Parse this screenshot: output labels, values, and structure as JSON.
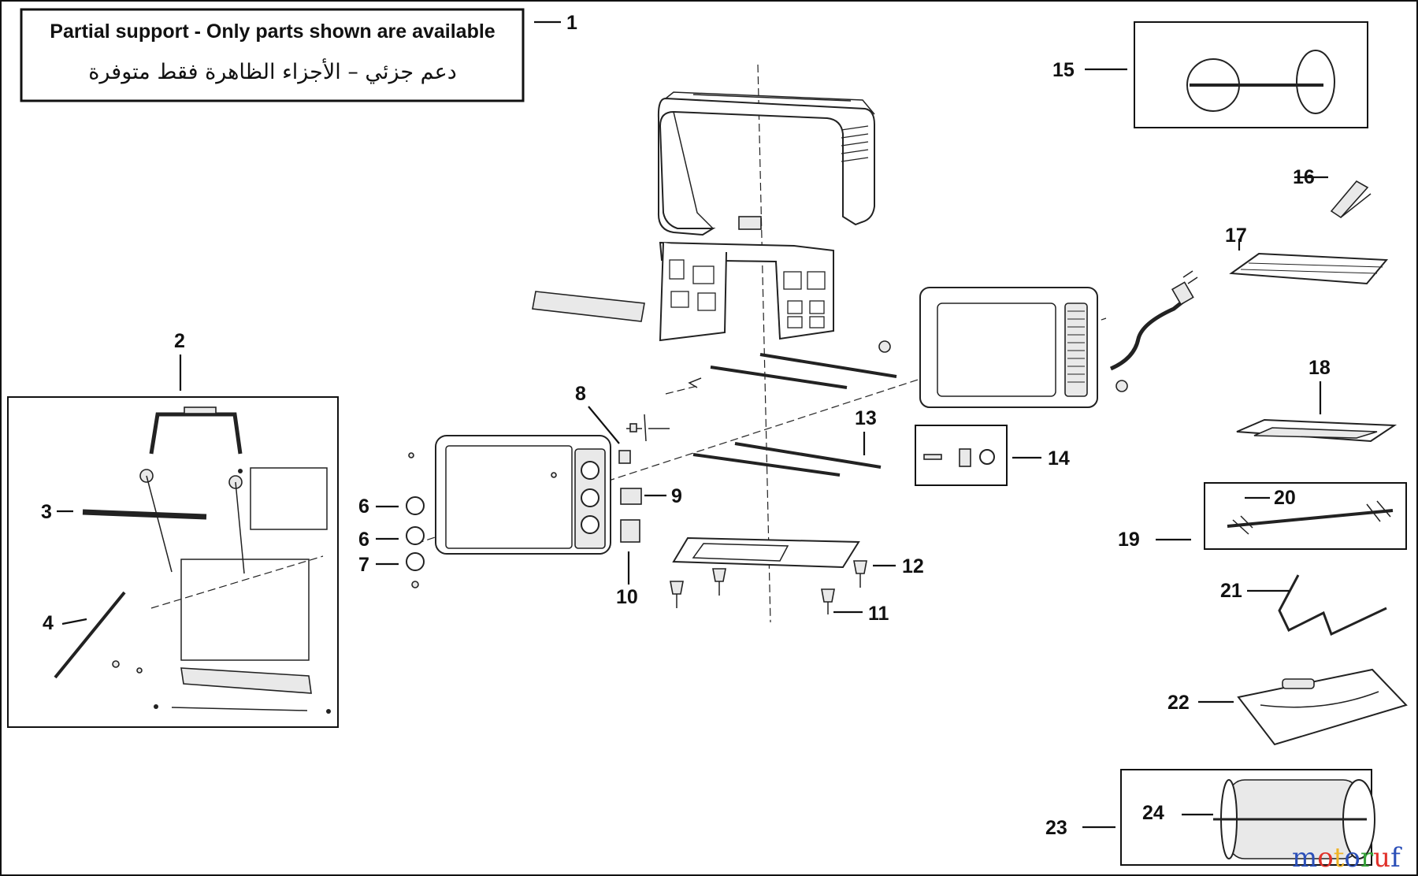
{
  "notice": {
    "english": "Partial support - Only parts shown are available",
    "arabic": "دعم جزئي – الأجزاء الظاهرة فقط متوفرة"
  },
  "callouts": {
    "c1": "1",
    "c2": "2",
    "c3": "3",
    "c4": "4",
    "c6a": "6",
    "c6b": "6",
    "c7": "7",
    "c8": "8",
    "c9": "9",
    "c10": "10",
    "c11": "11",
    "c12": "12",
    "c13": "13",
    "c14": "14",
    "c15": "15",
    "c16": "16",
    "c17": "17",
    "c18": "18",
    "c19": "19",
    "c20": "20",
    "c21": "21",
    "c22": "22",
    "c23": "23",
    "c24": "24"
  },
  "watermark": {
    "letters": [
      "m",
      "o",
      "t",
      "o",
      "r",
      "u",
      "f"
    ],
    "colors": [
      "#2b4fb8",
      "#e0312a",
      "#f0b428",
      "#2b4fb8",
      "#37a23a",
      "#e0312a",
      "#2b4fb8"
    ]
  }
}
